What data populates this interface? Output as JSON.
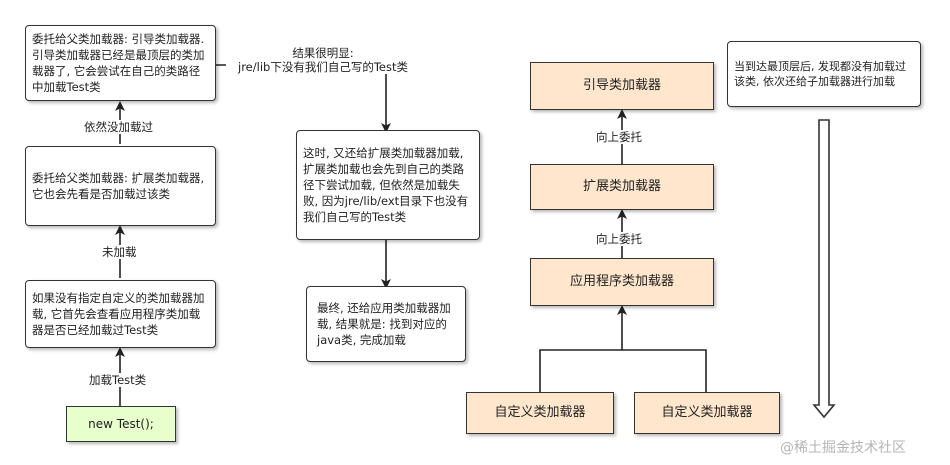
{
  "left_column": {
    "box_top": "委托给父类加载器: 引导类加载器. 引导类加载器已经是最顶层的类加载器了, 它会尝试在自己的类路径中加载Test类",
    "label_top": "依然没加载过",
    "box_mid": "委托给父类加载器: 扩展类加载器, 它也会先看是否加载过该类",
    "label_mid": "未加载",
    "box_low": "如果没有指定自定义的类加载器加载, 它首先会查看应用程序类加载器是否已经加载过Test类",
    "label_low": "加载Test类",
    "start": "new Test();"
  },
  "middle_column": {
    "result_label_line1": "结果很明显:",
    "result_label_line2": "jre/lib下没有我们自己写的Test类",
    "box_ext": "这时, 又还给扩展类加载器加载, 扩展类加载也会先到自己的类路径下尝试加载, 但依然是加载失败, 因为jre/lib/ext目录下也没有我们自己写的Test类",
    "box_final": "最终, 还给应用类加载器加载, 结果就是: 找到对应的java类, 完成加载"
  },
  "right_column": {
    "bootstrap": "引导类加载器",
    "up_label_1": "向上委托",
    "extension": "扩展类加载器",
    "up_label_2": "向上委托",
    "application": "应用程序类加载器",
    "custom_1": "自定义类加载器",
    "custom_2": "自定义类加载器",
    "note": "当到达最顶层后, 发现都没有加载过该类, 依次还给子加载器进行加载"
  },
  "watermark": "@稀土掘金技术社区",
  "colors": {
    "orange_fill": "#ffe6cc",
    "green_fill": "#e6ffcc",
    "stroke": "#333333"
  }
}
